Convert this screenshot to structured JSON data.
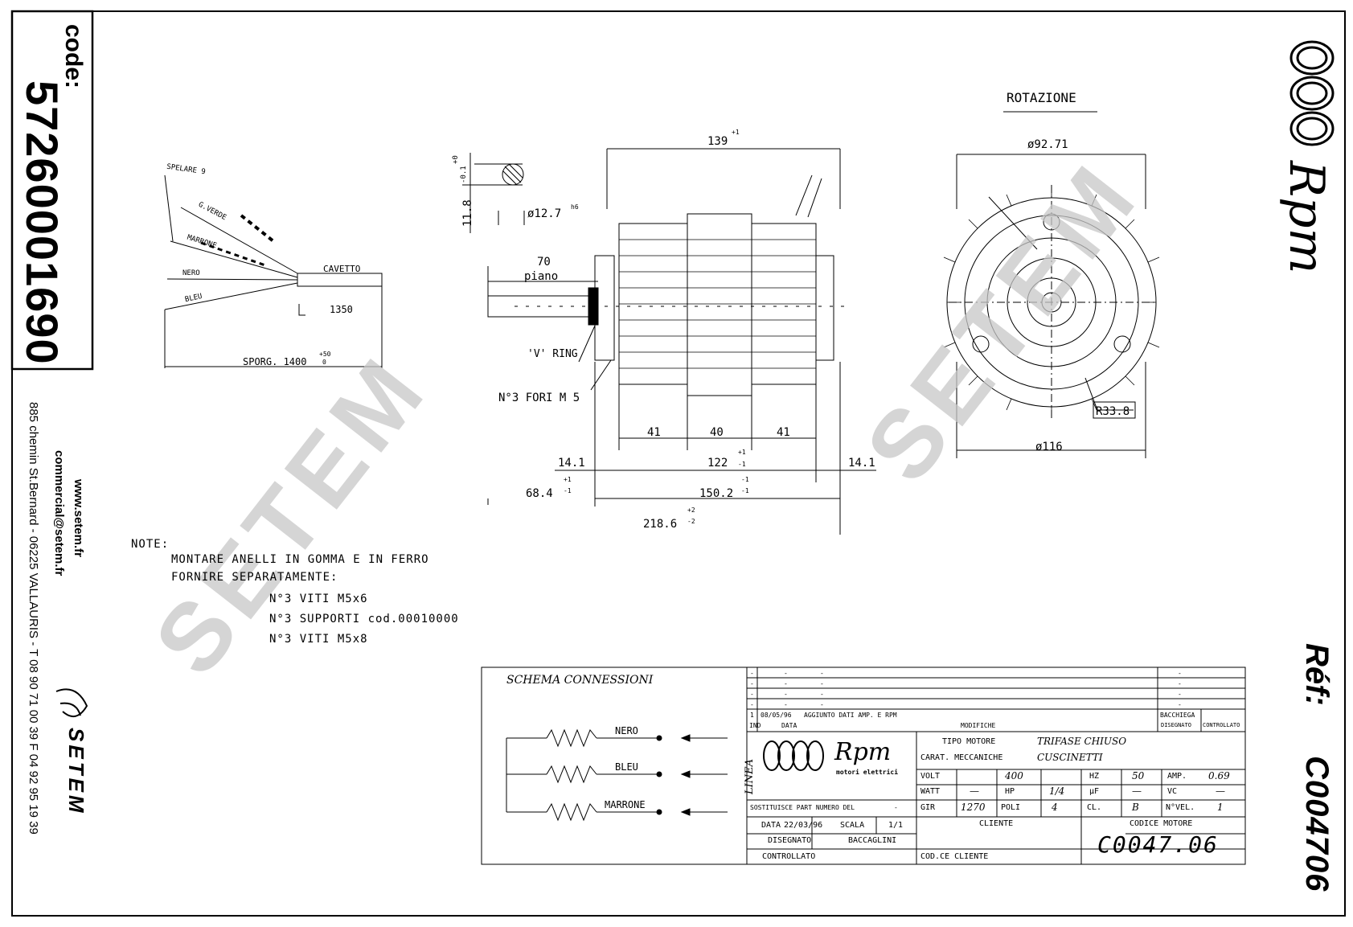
{
  "left_strip": {
    "code_label": "code:",
    "code_value": "57260001690",
    "website": "www.setem.fr",
    "email": "commercial@setem.fr",
    "address": "885 chemin St.Bernard - 06225 VALLAURIS - T 08 90 71 00 39  F 04 92 95 19 39",
    "setem_brand": "SETEM"
  },
  "right_strip": {
    "brand": "Rpm",
    "ref_label": "Réf:",
    "ref_value": "C004706"
  },
  "watermark": "SETEM",
  "cable": {
    "spelare": "SPELARE 9",
    "wires": [
      "G.VERDE",
      "MARRONE",
      "NERO",
      "BLEU"
    ],
    "cavetto": "CAVETTO",
    "len_1350": "1350",
    "sporg": "SPORG. 1400",
    "sporg_tol": "+50",
    "sporg_tol2": "0"
  },
  "shaft": {
    "tol_top": "+0",
    "tol_bot": "-0.1",
    "flat": "11.8",
    "diam": "ø12.7",
    "fit": "h6",
    "length": "70",
    "piano": "piano"
  },
  "motor": {
    "overall_top": "139",
    "overall_top_tol": "+1",
    "v_ring": "'V' RING",
    "holes": "N°3 FORI M 5",
    "d41a": "41",
    "d40": "40",
    "d41b": "41",
    "d14_left": "14.1",
    "d122": "122",
    "d122_tol_top": "+1",
    "d122_tol_bot": "-1",
    "d14_right": "14.1",
    "d684": "68.4",
    "d684_tol_top": "+1",
    "d684_tol_bot": "-1",
    "d1502": "150.2",
    "d1502_tol_top": "-1",
    "d1502_tol_bot": "-1",
    "d2186": "218.6",
    "d2186_tol_top": "+2",
    "d2186_tol_bot": "-2"
  },
  "end_view": {
    "rotazione": "ROTAZIONE",
    "d9271": "ø92.71",
    "r338": "R33.8",
    "d116": "ø116"
  },
  "notes": {
    "title": "NOTE:",
    "lines": [
      "MONTARE ANELLI IN GOMMA E IN FERRO",
      "FORNIRE SEPARATAMENTE:",
      "N°3 VITI M5x6",
      "N°3 SUPPORTI cod.00010000",
      "N°3 VITI M5x8"
    ]
  },
  "schema": {
    "title": "SCHEMA CONNESSIONI",
    "wires": [
      "NERO",
      "BLEU",
      "MARRONE"
    ],
    "linea": "LINEA"
  },
  "title_block": {
    "rev_rows": [
      {
        "n": "-",
        "date": "-",
        "desc": "-",
        "by": "-"
      },
      {
        "n": "-",
        "date": "-",
        "desc": "-",
        "by": "-"
      },
      {
        "n": "-",
        "date": "-",
        "desc": "-",
        "by": "-"
      },
      {
        "n": "-",
        "date": "-",
        "desc": "-",
        "by": "-"
      }
    ],
    "rev1": {
      "n": "1",
      "date": "08/05/96",
      "desc": "AGGIUNTO DATI AMP. E RPM",
      "by": "BACCHIEGA"
    },
    "hdr_ind": "IND",
    "hdr_data": "DATA",
    "hdr_modifiche": "MODIFICHE",
    "hdr_disegnato": "DISEGNATO",
    "hdr_controllato": "CONTROLLATO",
    "logo_text": "Rpm",
    "logo_sub": "motori elettrici",
    "tipo_label": "TIPO MOTORE",
    "tipo_value": "TRIFASE CHIUSO",
    "carat_label": "CARAT. MECCANICHE",
    "carat_value": "CUSCINETTI",
    "volt_label": "VOLT",
    "volt_value": "400",
    "hz_label": "HZ",
    "hz_value": "50",
    "amp_label": "AMP.",
    "amp_value": "0.69",
    "watt_label": "WATT",
    "watt_value": "—",
    "hp_label": "HP",
    "hp_value": "1/4",
    "uf_label": "µF",
    "uf_value": "—",
    "vc_label": "VC",
    "vc_value": "—",
    "gir_label": "GIR",
    "gir_value": "1270",
    "poli_label": "POLI",
    "poli_value": "4",
    "cl_label": "CL.",
    "cl_value": "B",
    "nvel_label": "N°VEL.",
    "nvel_value": "1",
    "sostituisce": "SOSTITUISCE PART NUMERO DEL",
    "sostituisce_val": "-",
    "data_label": "DATA",
    "data_value": "22/03/96",
    "scala_label": "SCALA",
    "scala_value": "1/1",
    "cliente_label": "CLIENTE",
    "codice_label": "CODICE MOTORE",
    "codice_value": "C0047.06",
    "disegnato_label": "DISEGNATO",
    "disegnato_value": "BACCAGLINI",
    "controllato_label": "CONTROLLATO",
    "cod_cliente_label": "COD.CE CLIENTE"
  }
}
